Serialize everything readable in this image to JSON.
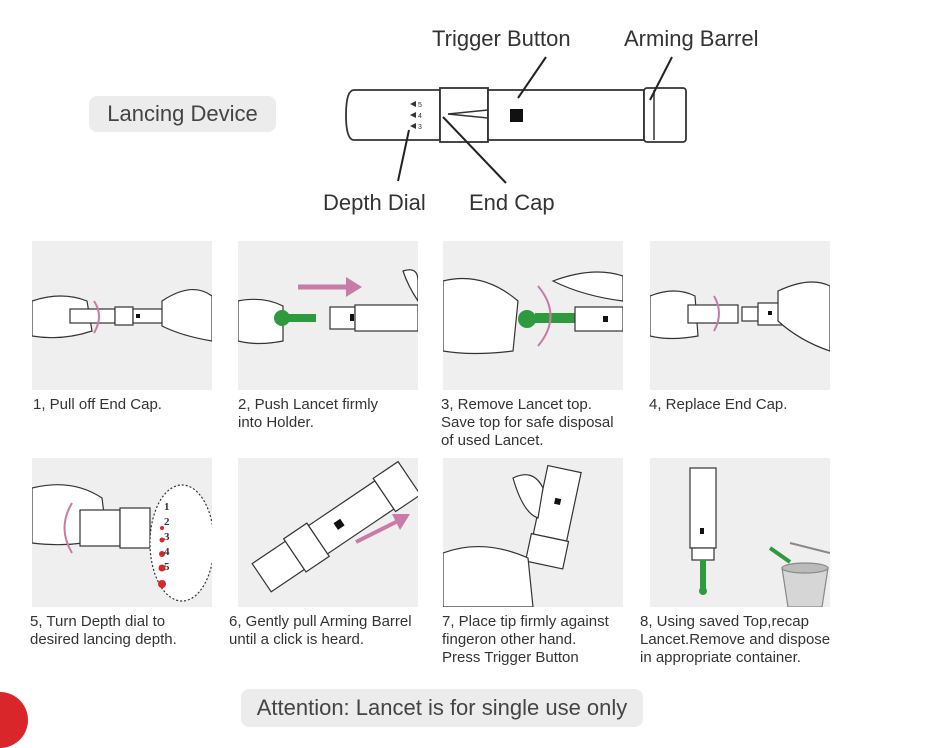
{
  "diagram": {
    "device_label": "Lancing Device",
    "callouts": {
      "trigger_button": "Trigger Button",
      "arming_barrel": "Arming Barrel",
      "depth_dial": "Depth Dial",
      "end_cap": "End Cap"
    },
    "depth_marks": [
      "5",
      "4",
      "3"
    ],
    "steps": [
      {
        "caption": "1, Pull off End Cap."
      },
      {
        "caption": "2, Push Lancet firmly\ninto Holder."
      },
      {
        "caption": "3, Remove Lancet top.\nSave top for safe disposal\nof used Lancet."
      },
      {
        "caption": "4, Replace End Cap."
      },
      {
        "caption": "5, Turn Depth dial to\ndesired lancing depth."
      },
      {
        "caption": "6, Gently pull Arming Barrel\nuntil a click is heard."
      },
      {
        "caption": "7, Place tip firmly against\nfingeron other hand.\nPress Trigger Button"
      },
      {
        "caption": "8, Using saved Top,recap\nLancet.Remove and dispose\nin appropriate container."
      }
    ],
    "depth_scale": [
      "1",
      "2",
      "3",
      "4",
      "5"
    ],
    "attention": "Attention: Lancet is for single use only",
    "colors": {
      "arrow": "#c97aa6",
      "lancet": "#2e9a3e",
      "blood": "#d9262a",
      "panel_bg": "#efefef"
    }
  }
}
